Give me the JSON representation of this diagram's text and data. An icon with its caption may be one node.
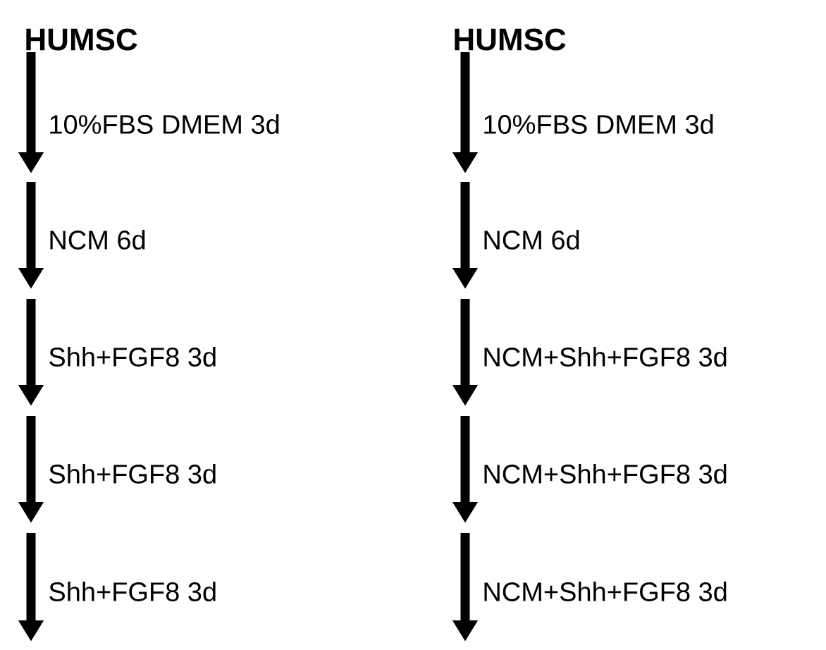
{
  "diagram": {
    "nodes": [
      {
        "text": [
          "HUMSC"
        ]
      },
      {
        "text": [
          "HUMSC"
        ]
      }
    ],
    "edges": [
      {
        "from": 0,
        "to": null,
        "arrow": "to",
        "label": "10%FBS DMEM 3d"
      },
      {
        "from": 1,
        "to": null,
        "arrow": "to",
        "label": "10%FBS DMEM 3d"
      }
    ],
    "labels": [
      "NCM 6d",
      "Shh+FGF8 3d",
      "Shh+FGF8 3d",
      "Shh+FGF8 3d",
      "NCM 6d",
      "NCM+Shh+FGF8 3d",
      "NCM+Shh+FGF8 3d",
      "NCM+Shh+FGF8 3d"
    ]
  }
}
